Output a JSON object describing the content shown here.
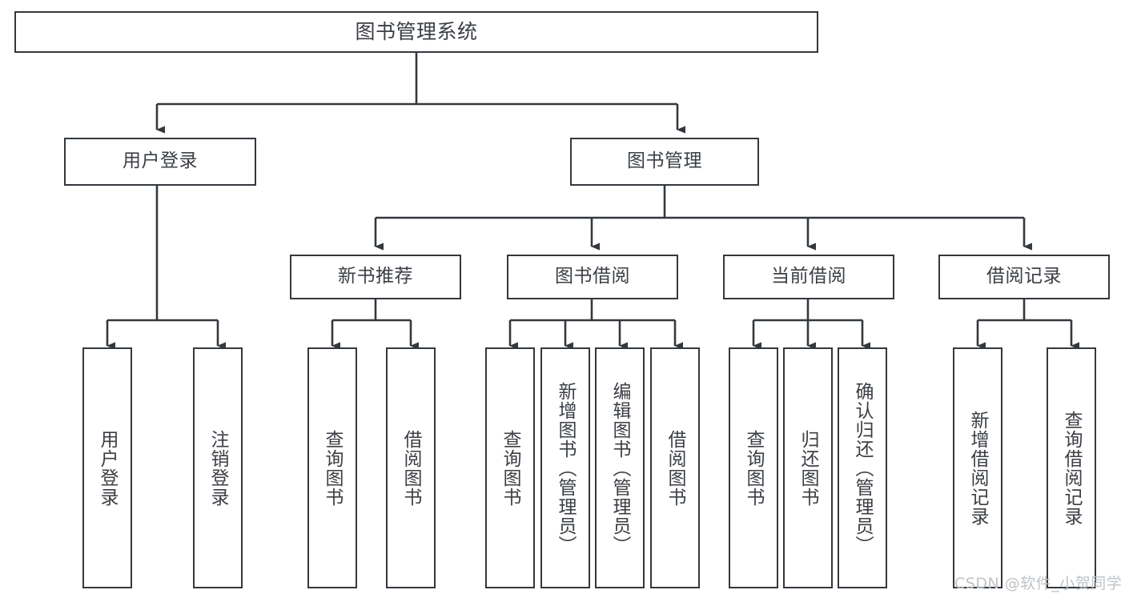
{
  "diagram": {
    "title": "图书管理系统",
    "watermark": "CSDN @软件_小贺同学",
    "colors": {
      "stroke": "#33383d",
      "text": "#3b3f44",
      "background": "#ffffff",
      "watermark": "#bfc3c7"
    },
    "nodes": {
      "root": {
        "label": "图书管理系统"
      },
      "level2": [
        {
          "label": "用户登录"
        },
        {
          "label": "图书管理"
        }
      ],
      "level3": [
        {
          "label": "新书推荐"
        },
        {
          "label": "图书借阅"
        },
        {
          "label": "当前借阅"
        },
        {
          "label": "借阅记录"
        }
      ],
      "leaves": {
        "user_login": [
          {
            "label": "用户登录"
          },
          {
            "label": "注销登录"
          }
        ],
        "new_book_recommend": [
          {
            "label": "查询图书"
          },
          {
            "label": "借阅图书"
          }
        ],
        "book_borrow": [
          {
            "label": "查询图书"
          },
          {
            "label": "新增图书（管理员）"
          },
          {
            "label": "编辑图书（管理员）"
          },
          {
            "label": "借阅图书"
          }
        ],
        "current_borrow": [
          {
            "label": "查询图书"
          },
          {
            "label": "归还图书"
          },
          {
            "label": "确认归还（管理员）"
          }
        ],
        "borrow_record": [
          {
            "label": "新增借阅记录"
          },
          {
            "label": "查询借阅记录"
          }
        ]
      }
    }
  }
}
